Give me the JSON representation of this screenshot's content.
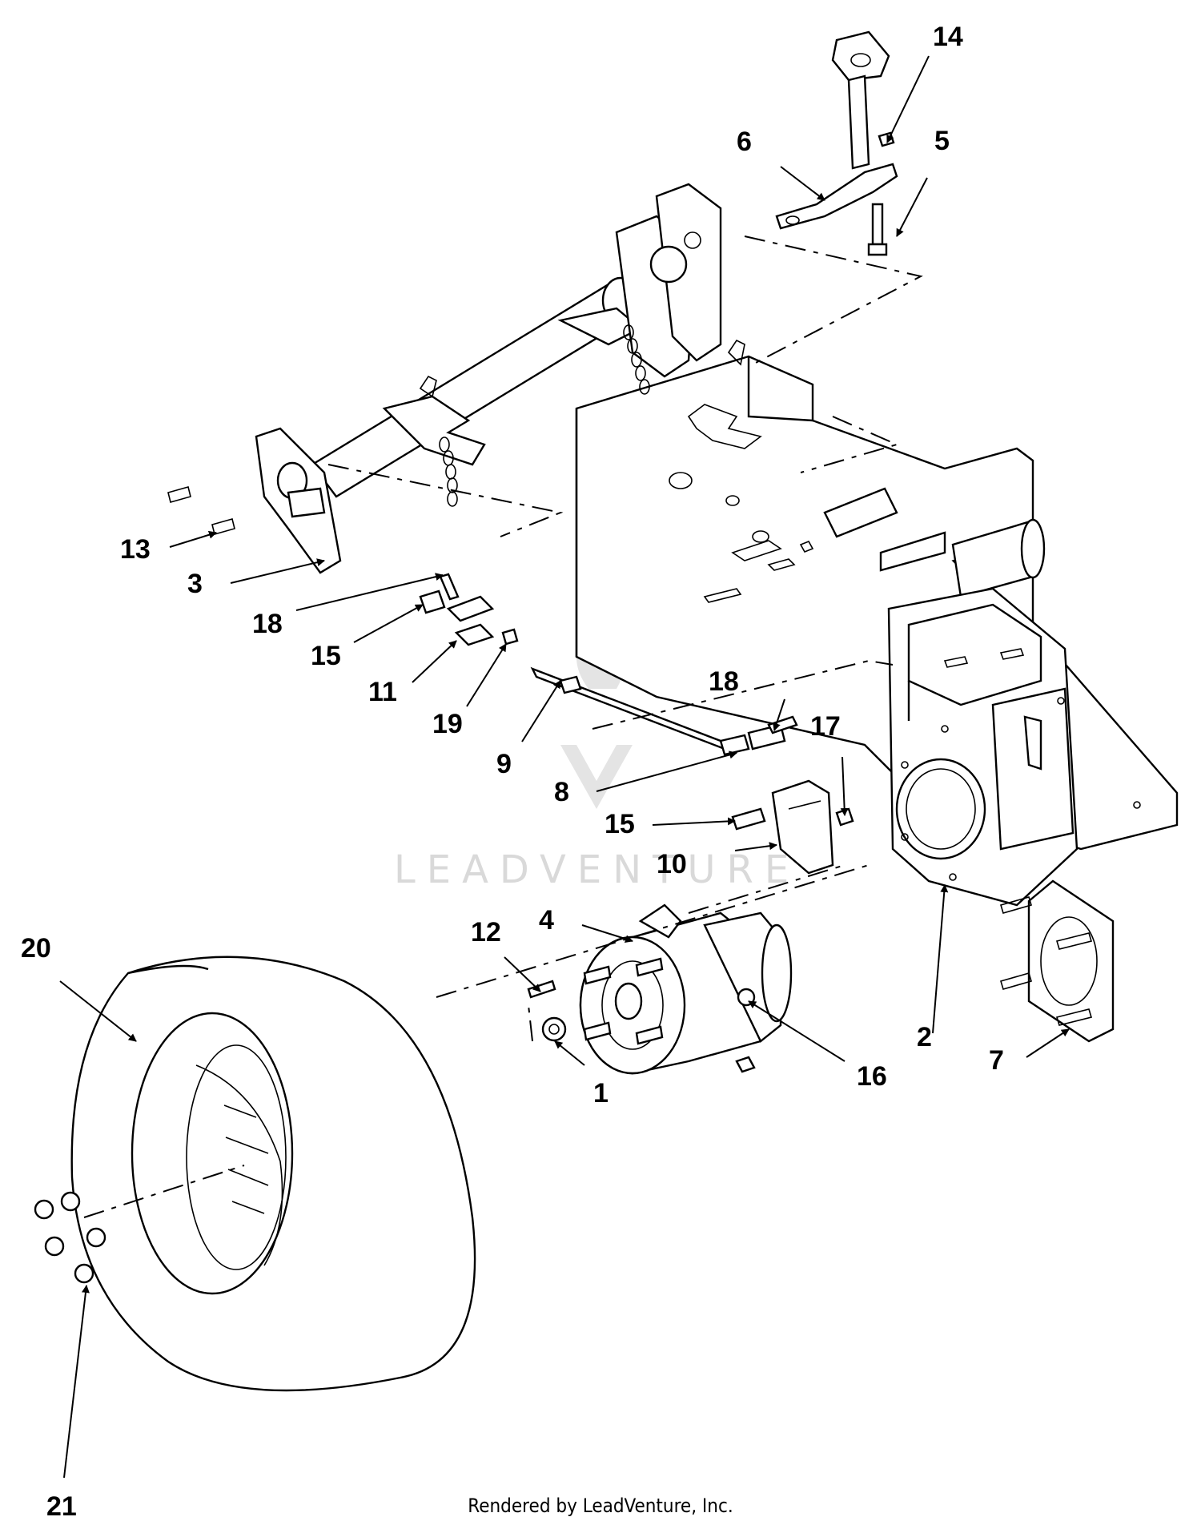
{
  "callouts": {
    "c1": "1",
    "c2": "2",
    "c3": "3",
    "c4": "4",
    "c5": "5",
    "c6": "6",
    "c7": "7",
    "c8": "8",
    "c9": "9",
    "c10": "10",
    "c11": "11",
    "c12": "12",
    "c13": "13",
    "c14": "14",
    "c15a": "15",
    "c15b": "15",
    "c16": "16",
    "c17": "17",
    "c18a": "18",
    "c18b": "18",
    "c19": "19",
    "c20": "20",
    "c21": "21"
  },
  "watermark": "LEADVENTURE",
  "footer": "Rendered by LeadVenture, Inc."
}
